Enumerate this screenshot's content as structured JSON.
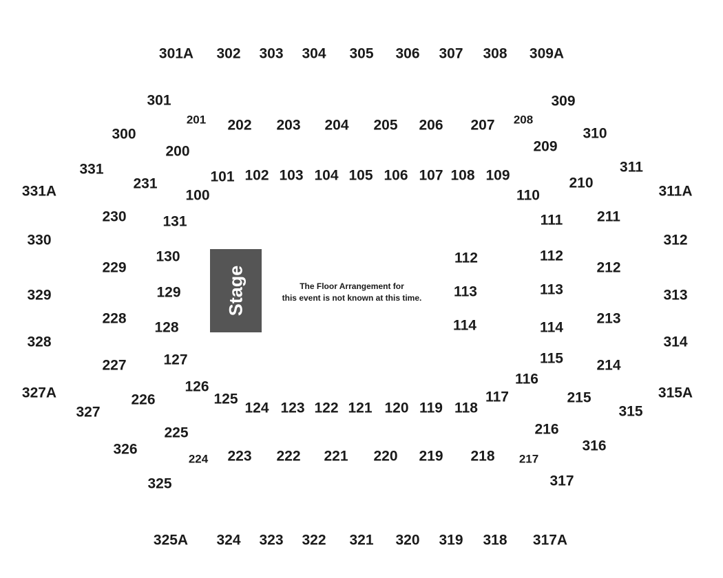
{
  "stage_label": "Stage",
  "floor_note": {
    "line1": "The Floor Arrangement for",
    "line2": "this event is not known at this time."
  },
  "colors": {
    "stage_fill": "#555555",
    "text": "#1a1a1a",
    "background": "#ffffff"
  },
  "sections": [
    "301A",
    "302",
    "303",
    "304",
    "305",
    "306",
    "307",
    "308",
    "309A",
    "301",
    "309",
    "300",
    "310",
    "331",
    "311",
    "331A",
    "311A",
    "230",
    "211",
    "330",
    "312",
    "229",
    "212",
    "329",
    "313",
    "228",
    "213",
    "328",
    "314",
    "227",
    "214",
    "327A",
    "315A",
    "327",
    "315",
    "326",
    "316",
    "325",
    "317",
    "325A",
    "324",
    "323",
    "322",
    "321",
    "320",
    "319",
    "318",
    "317A",
    "201",
    "202",
    "203",
    "204",
    "205",
    "206",
    "207",
    "208",
    "200",
    "209",
    "231",
    "210",
    "226",
    "215",
    "225",
    "216",
    "224",
    "223",
    "222",
    "221",
    "220",
    "219",
    "218",
    "217",
    "101",
    "102",
    "103",
    "104",
    "105",
    "106",
    "107",
    "108",
    "109",
    "100",
    "110",
    "131",
    "111",
    "130",
    "112",
    "129",
    "113",
    "128",
    "114",
    "127",
    "115",
    "126",
    "116",
    "125",
    "117",
    "124",
    "123",
    "122",
    "121",
    "120",
    "119",
    "118",
    "112",
    "113",
    "114"
  ]
}
